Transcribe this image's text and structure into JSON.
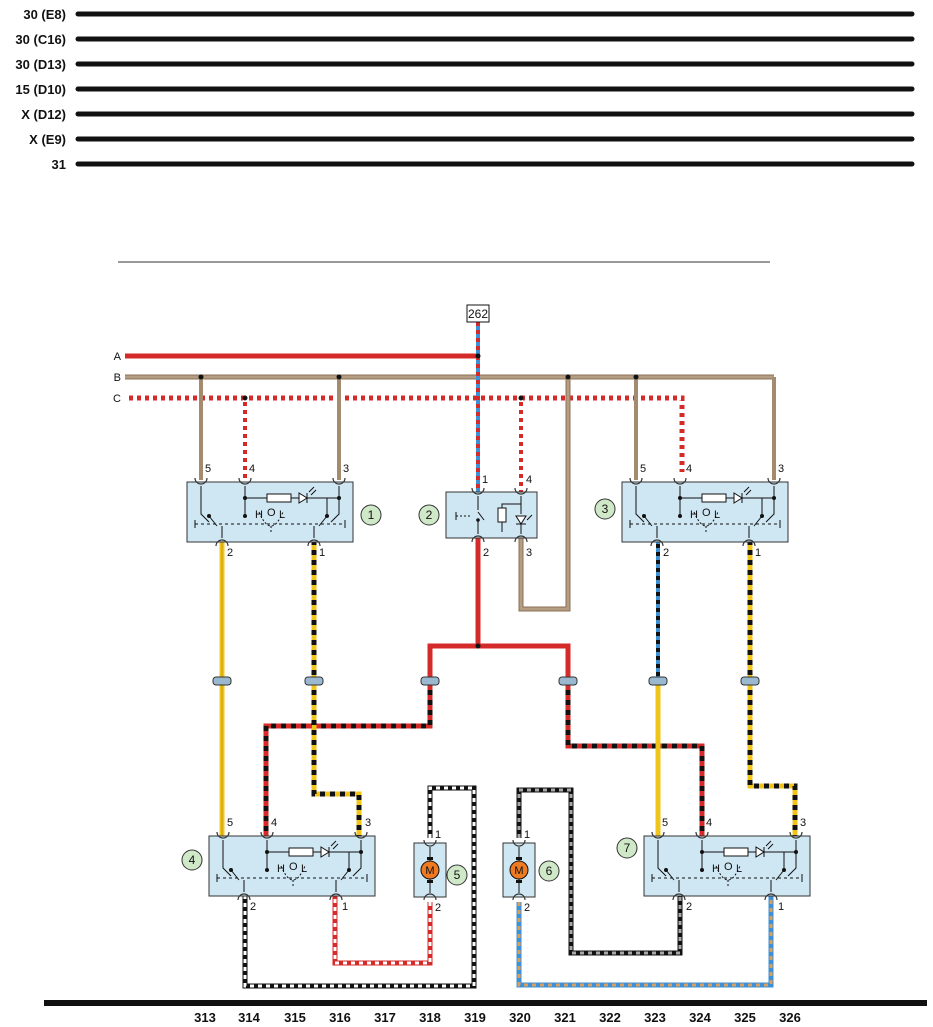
{
  "bus_lines": [
    {
      "label": "30 (E8)"
    },
    {
      "label": "30 (C16)"
    },
    {
      "label": "30 (D13)"
    },
    {
      "label": "15 (D10)"
    },
    {
      "label": "X (D12)"
    },
    {
      "label": "X (E9)"
    },
    {
      "label": "31"
    }
  ],
  "connector_ref": "262",
  "feed_lines": [
    "A",
    "B",
    "C"
  ],
  "components": [
    {
      "number": "1",
      "kind": "switch"
    },
    {
      "number": "2",
      "kind": "relay"
    },
    {
      "number": "3",
      "kind": "switch"
    },
    {
      "number": "4",
      "kind": "switch"
    },
    {
      "number": "5",
      "kind": "motor"
    },
    {
      "number": "6",
      "kind": "motor"
    },
    {
      "number": "7",
      "kind": "switch"
    }
  ],
  "switch_positions": [
    "H",
    "O",
    "L"
  ],
  "motor_symbol": "M",
  "pin_numbers": {
    "sw1": [
      "5",
      "4",
      "3",
      "2",
      "1"
    ],
    "relay": [
      "1",
      "4",
      "2",
      "3"
    ],
    "sw3": [
      "5",
      "4",
      "3",
      "2",
      "1"
    ],
    "sw4": [
      "5",
      "4",
      "3",
      "2",
      "1"
    ],
    "m5": [
      "1",
      "2"
    ],
    "m6": [
      "1",
      "2"
    ],
    "sw7": [
      "5",
      "4",
      "3",
      "2",
      "1"
    ]
  },
  "column_numbers": [
    "313",
    "314",
    "315",
    "316",
    "317",
    "318",
    "319",
    "320",
    "321",
    "322",
    "323",
    "324",
    "325",
    "326"
  ],
  "colors": {
    "red": "#d42a2a",
    "brown": "#a48a6e",
    "yellow": "#f0c419",
    "black": "#111111",
    "blue": "#3c90d8",
    "grey": "#a8a8a8",
    "box_fill": "#cfe6f3",
    "badge_fill": "#cfe8c8",
    "motor_fill": "#ee7a22"
  }
}
